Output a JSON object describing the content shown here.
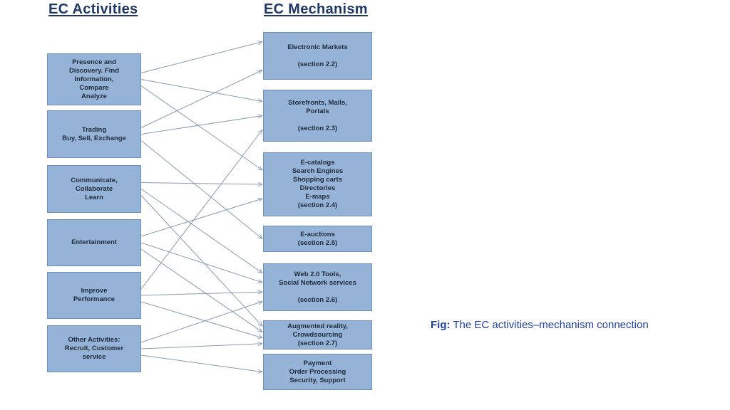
{
  "headers": {
    "left": "EC Activities",
    "right": "EC Mechanism"
  },
  "activities": [
    {
      "id": "a1",
      "label": "Presence and\nDiscovery. Find\nInformation,\nCompare\nAnalyze"
    },
    {
      "id": "a2",
      "label": "Trading\nBuy, Sell, Exchange"
    },
    {
      "id": "a3",
      "label": "Communicate,\nCollaborate\nLearn"
    },
    {
      "id": "a4",
      "label": "Entertainment"
    },
    {
      "id": "a5",
      "label": "Improve\nPerformance"
    },
    {
      "id": "a6",
      "label": "Other Activities:\nRecruit, Customer\nservice"
    }
  ],
  "mechanisms": [
    {
      "id": "m1",
      "label": "Electronic Markets\n\n(section 2.2)"
    },
    {
      "id": "m2",
      "label": "Storefronts, Malls,\nPortals\n\n(section 2.3)"
    },
    {
      "id": "m3",
      "label": "E-catalogs\nSearch Engines\nShopping carts\nDirectories\nE-maps\n(section 2.4)"
    },
    {
      "id": "m4",
      "label": "E-auctions\n(section 2.5)"
    },
    {
      "id": "m5",
      "label": "Web 2.0 Tools,\nSocial Network services\n\n(section 2.6)"
    },
    {
      "id": "m6",
      "label": "Augmented reality,\nCrowdsourcing\n(section 2.7)"
    },
    {
      "id": "m7",
      "label": "Payment\nOrder Processing\nSecurity, Support"
    }
  ],
  "connections": [
    [
      "a1",
      "m1"
    ],
    [
      "a1",
      "m2"
    ],
    [
      "a1",
      "m3"
    ],
    [
      "a2",
      "m1"
    ],
    [
      "a2",
      "m2"
    ],
    [
      "a2",
      "m4"
    ],
    [
      "a3",
      "m3"
    ],
    [
      "a3",
      "m5"
    ],
    [
      "a3",
      "m6"
    ],
    [
      "a4",
      "m3"
    ],
    [
      "a4",
      "m5"
    ],
    [
      "a4",
      "m6"
    ],
    [
      "a5",
      "m2"
    ],
    [
      "a5",
      "m5"
    ],
    [
      "a5",
      "m6"
    ],
    [
      "a6",
      "m5"
    ],
    [
      "a6",
      "m6"
    ],
    [
      "a6",
      "m7"
    ]
  ],
  "caption": {
    "label": "Fig:",
    "text": " The EC activities–mechanism connection"
  }
}
